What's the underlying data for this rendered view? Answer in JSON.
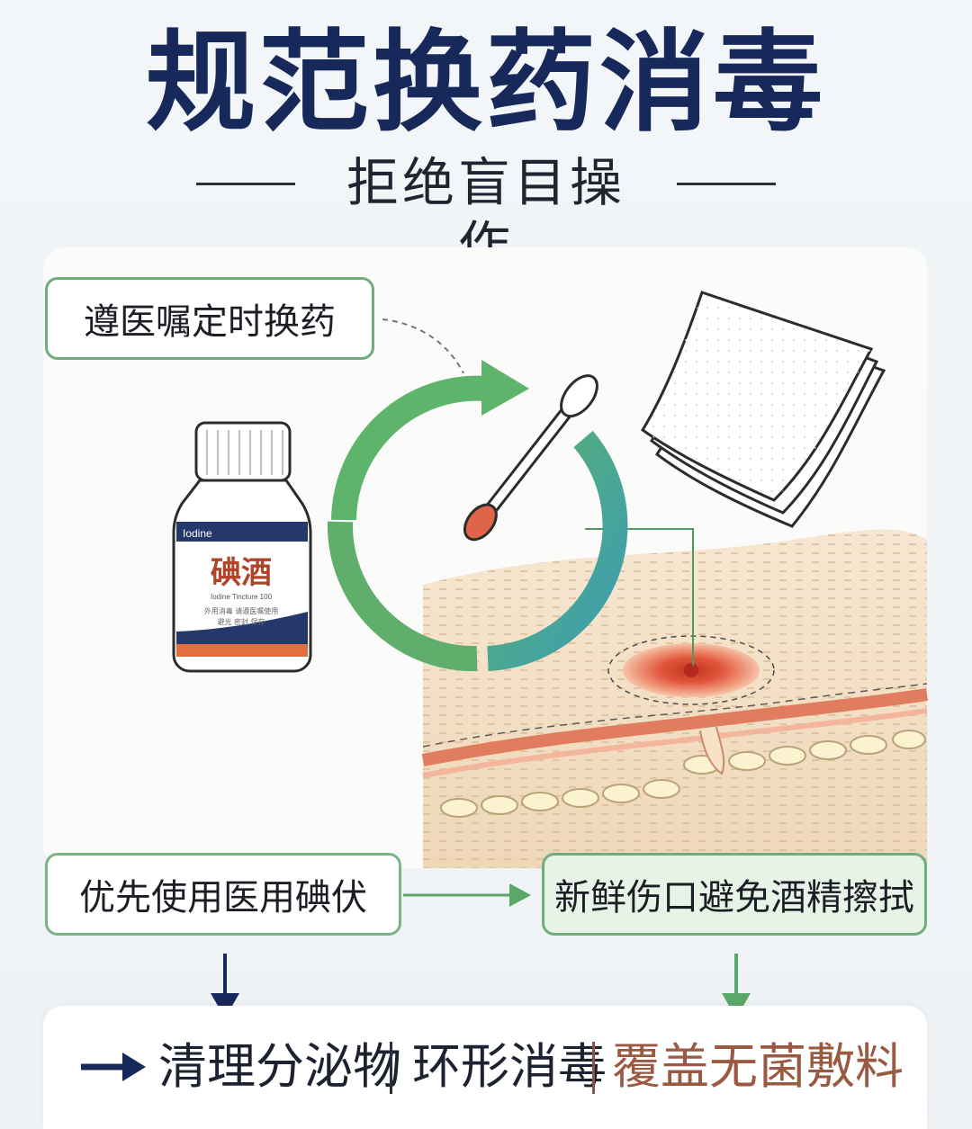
{
  "title": "规范换药消毒",
  "subtitle": "拒绝盲目操作",
  "labels": {
    "top": "遵医嘱定时换药",
    "left": "优先使用医用碘伏",
    "right": "新鲜伤口避免酒精擦拭"
  },
  "bottle": {
    "brand": "Iodine",
    "name": "碘酒",
    "fine1": "Iodine Tincture 100",
    "fine2": "外用消毒 请遵医嘱使用",
    "fine3": "避光 密封 保存"
  },
  "bottom": {
    "items": [
      "清理分泌物",
      "环形消毒",
      "覆盖无菌敷料"
    ]
  },
  "colors": {
    "title": "#17285a",
    "green": "#5aaa6a",
    "teal": "#3aa0b0",
    "navy": "#17285a",
    "brown": "#9a5a42",
    "wound": "#d8452f",
    "skin": "#f1dcc0"
  },
  "icons": [
    "cycle-arrow-icon",
    "cotton-swab-icon",
    "gauze-icon",
    "iodine-bottle-icon",
    "skin-wound-icon",
    "right-arrow-icon",
    "down-arrow-icon"
  ]
}
